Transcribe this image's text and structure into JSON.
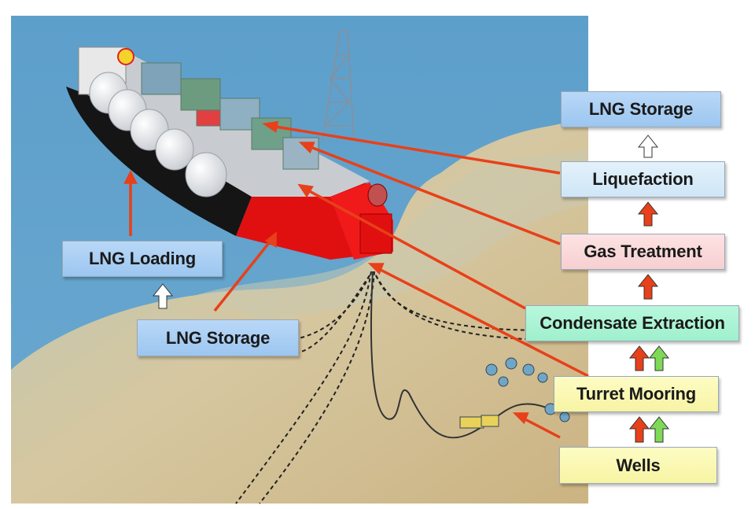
{
  "boxes": {
    "lng_storage_top": "LNG Storage",
    "liquefaction": "Liquefaction",
    "gas_treatment": "Gas Treatment",
    "condensate_extraction": "Condensate Extraction",
    "turret_mooring": "Turret Mooring",
    "wells": "Wells",
    "lng_loading": "LNG Loading",
    "lng_storage_left": "LNG Storage"
  },
  "colors": {
    "sea": "#5a9cc8",
    "seabed": "#cdbb8e",
    "hull_red": "#e01010",
    "arrow_red": "#e8401a",
    "arrow_green": "#7ed957"
  }
}
